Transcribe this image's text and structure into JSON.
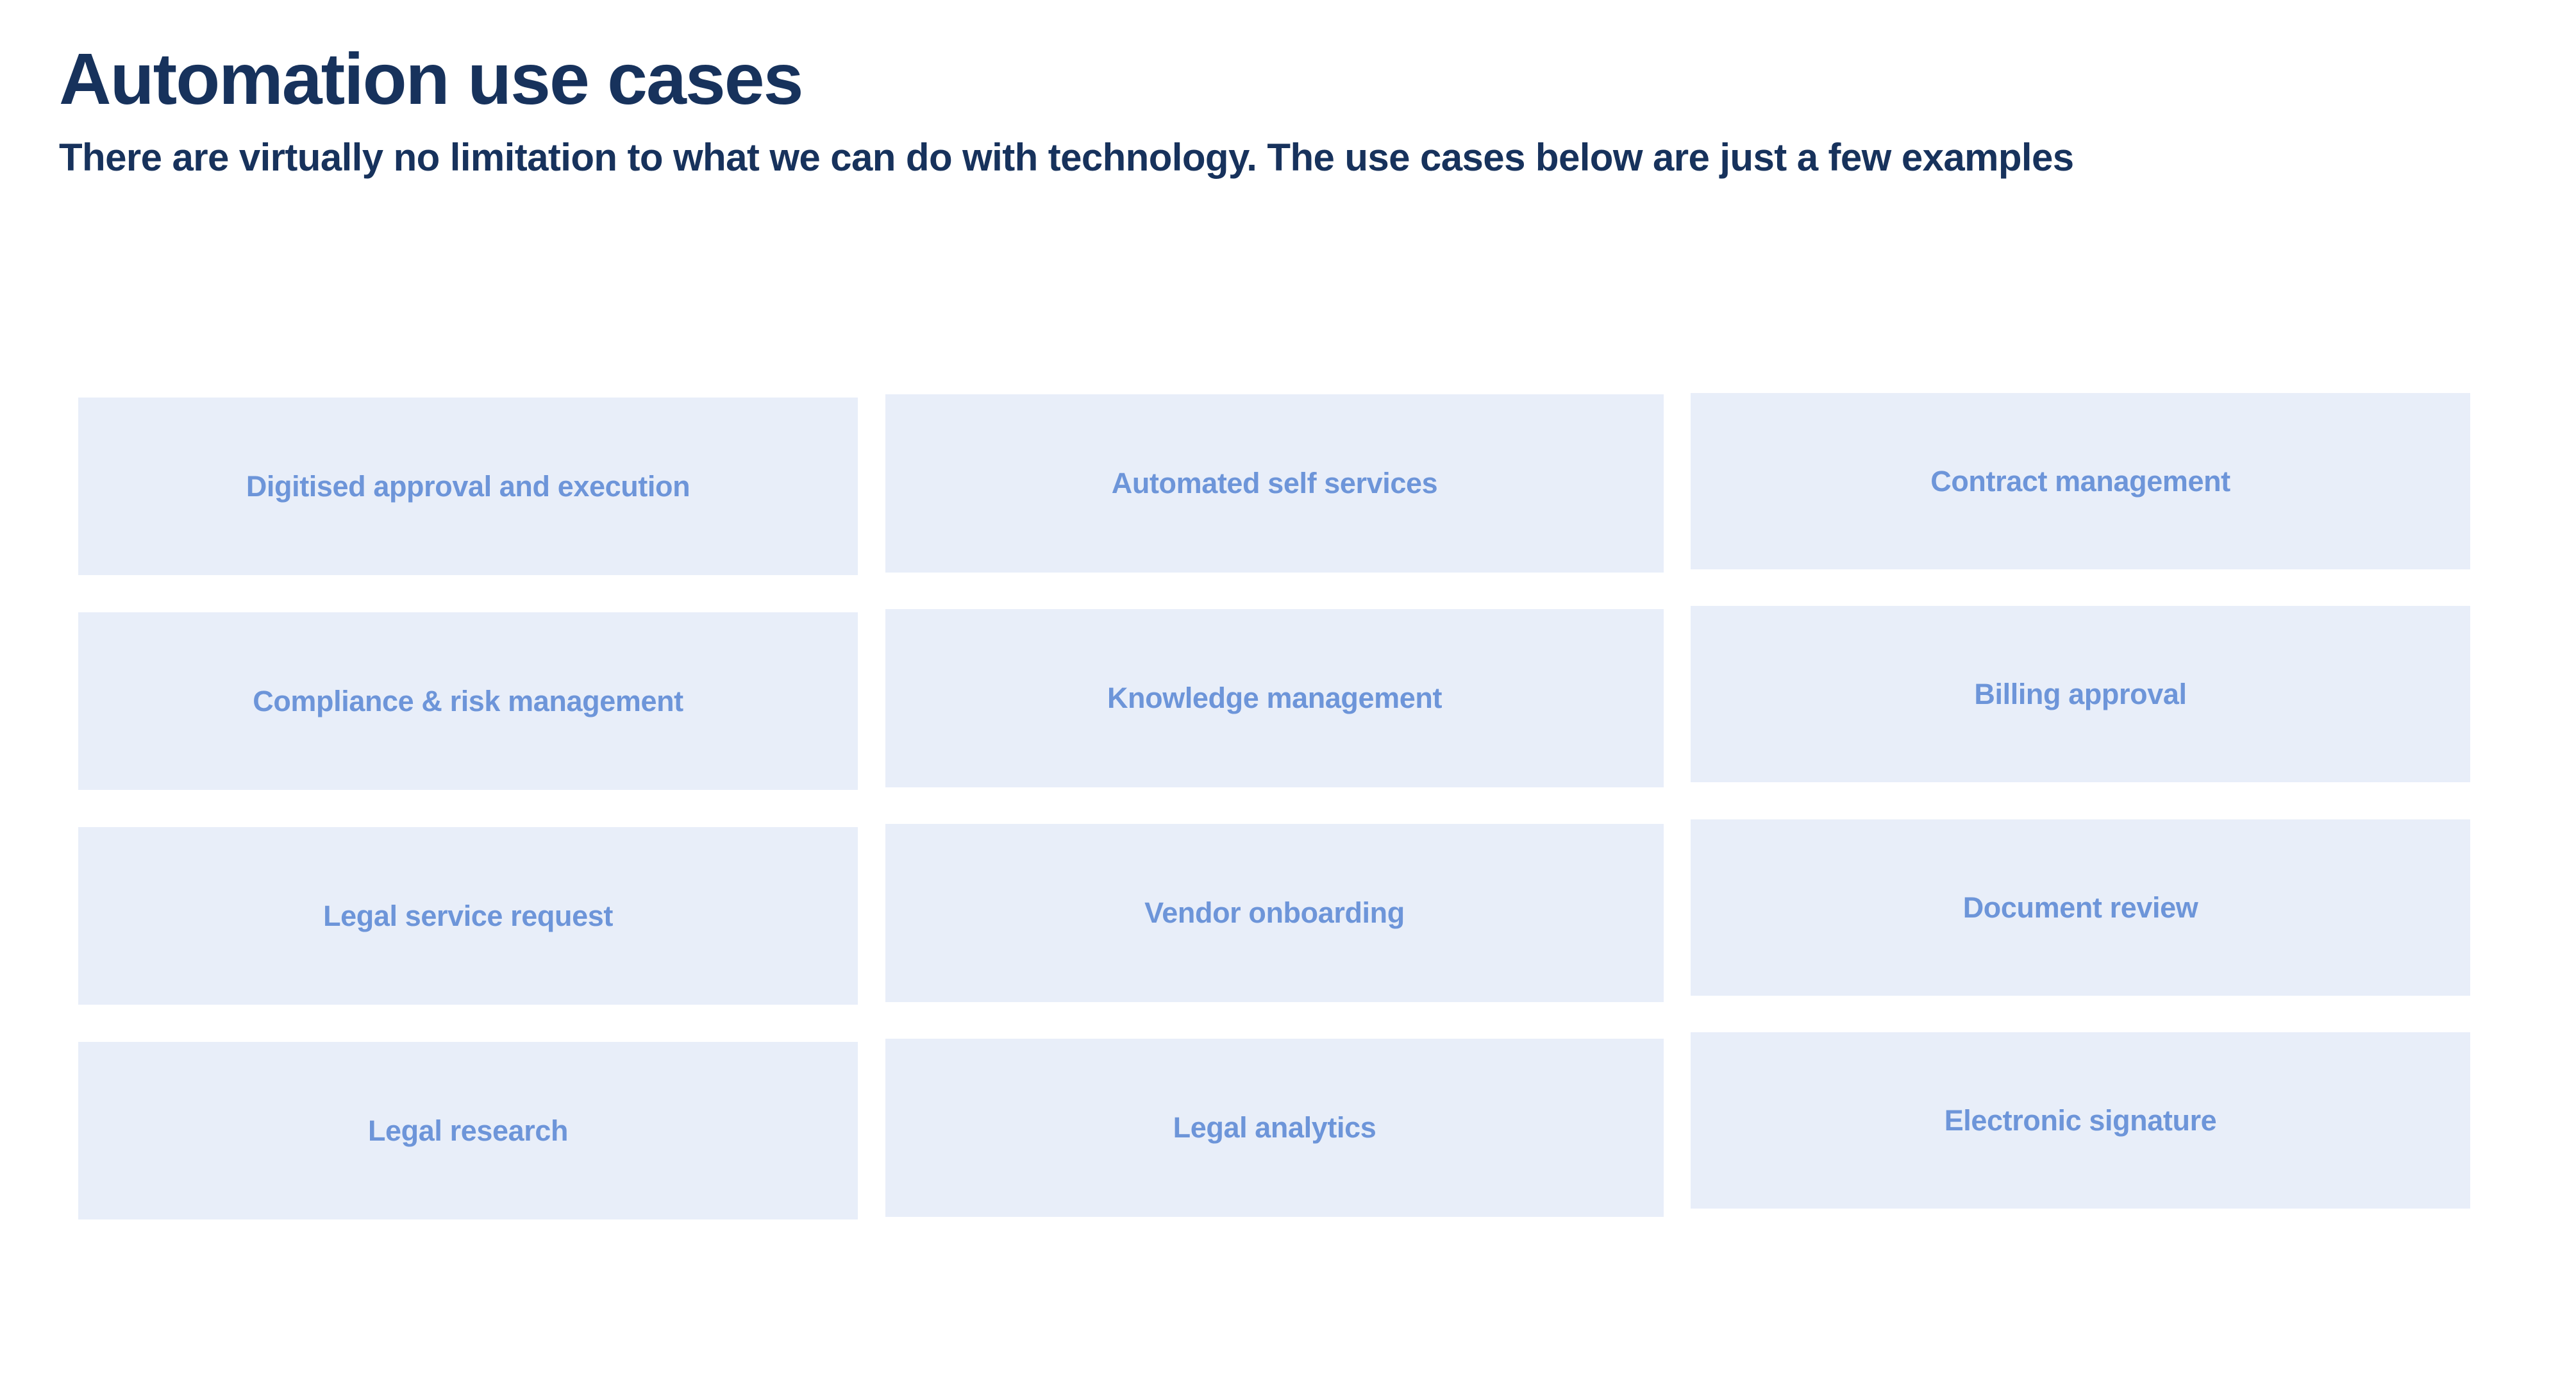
{
  "header": {
    "title": "Automation use cases",
    "subtitle": "There are virtually no limitation to what we can do with technology. The use cases below are just a few examples"
  },
  "theme": {
    "title_color": "#17325c",
    "card_background": "#e8eef9",
    "card_label_color": "#6d95d9",
    "page_background": "#ffffff"
  },
  "grid": {
    "columns": 3,
    "rows": 4,
    "columns_data": [
      {
        "name": "column-1",
        "cards": [
          {
            "label": "Digitised approval and execution"
          },
          {
            "label": "Compliance & risk management"
          },
          {
            "label": "Legal service request"
          },
          {
            "label": "Legal research"
          }
        ]
      },
      {
        "name": "column-2",
        "cards": [
          {
            "label": "Automated self services"
          },
          {
            "label": "Knowledge management"
          },
          {
            "label": "Vendor onboarding"
          },
          {
            "label": "Legal analytics"
          }
        ]
      },
      {
        "name": "column-3",
        "cards": [
          {
            "label": "Contract management"
          },
          {
            "label": "Billing approval"
          },
          {
            "label": "Document review"
          },
          {
            "label": "Electronic signature"
          }
        ]
      }
    ]
  }
}
